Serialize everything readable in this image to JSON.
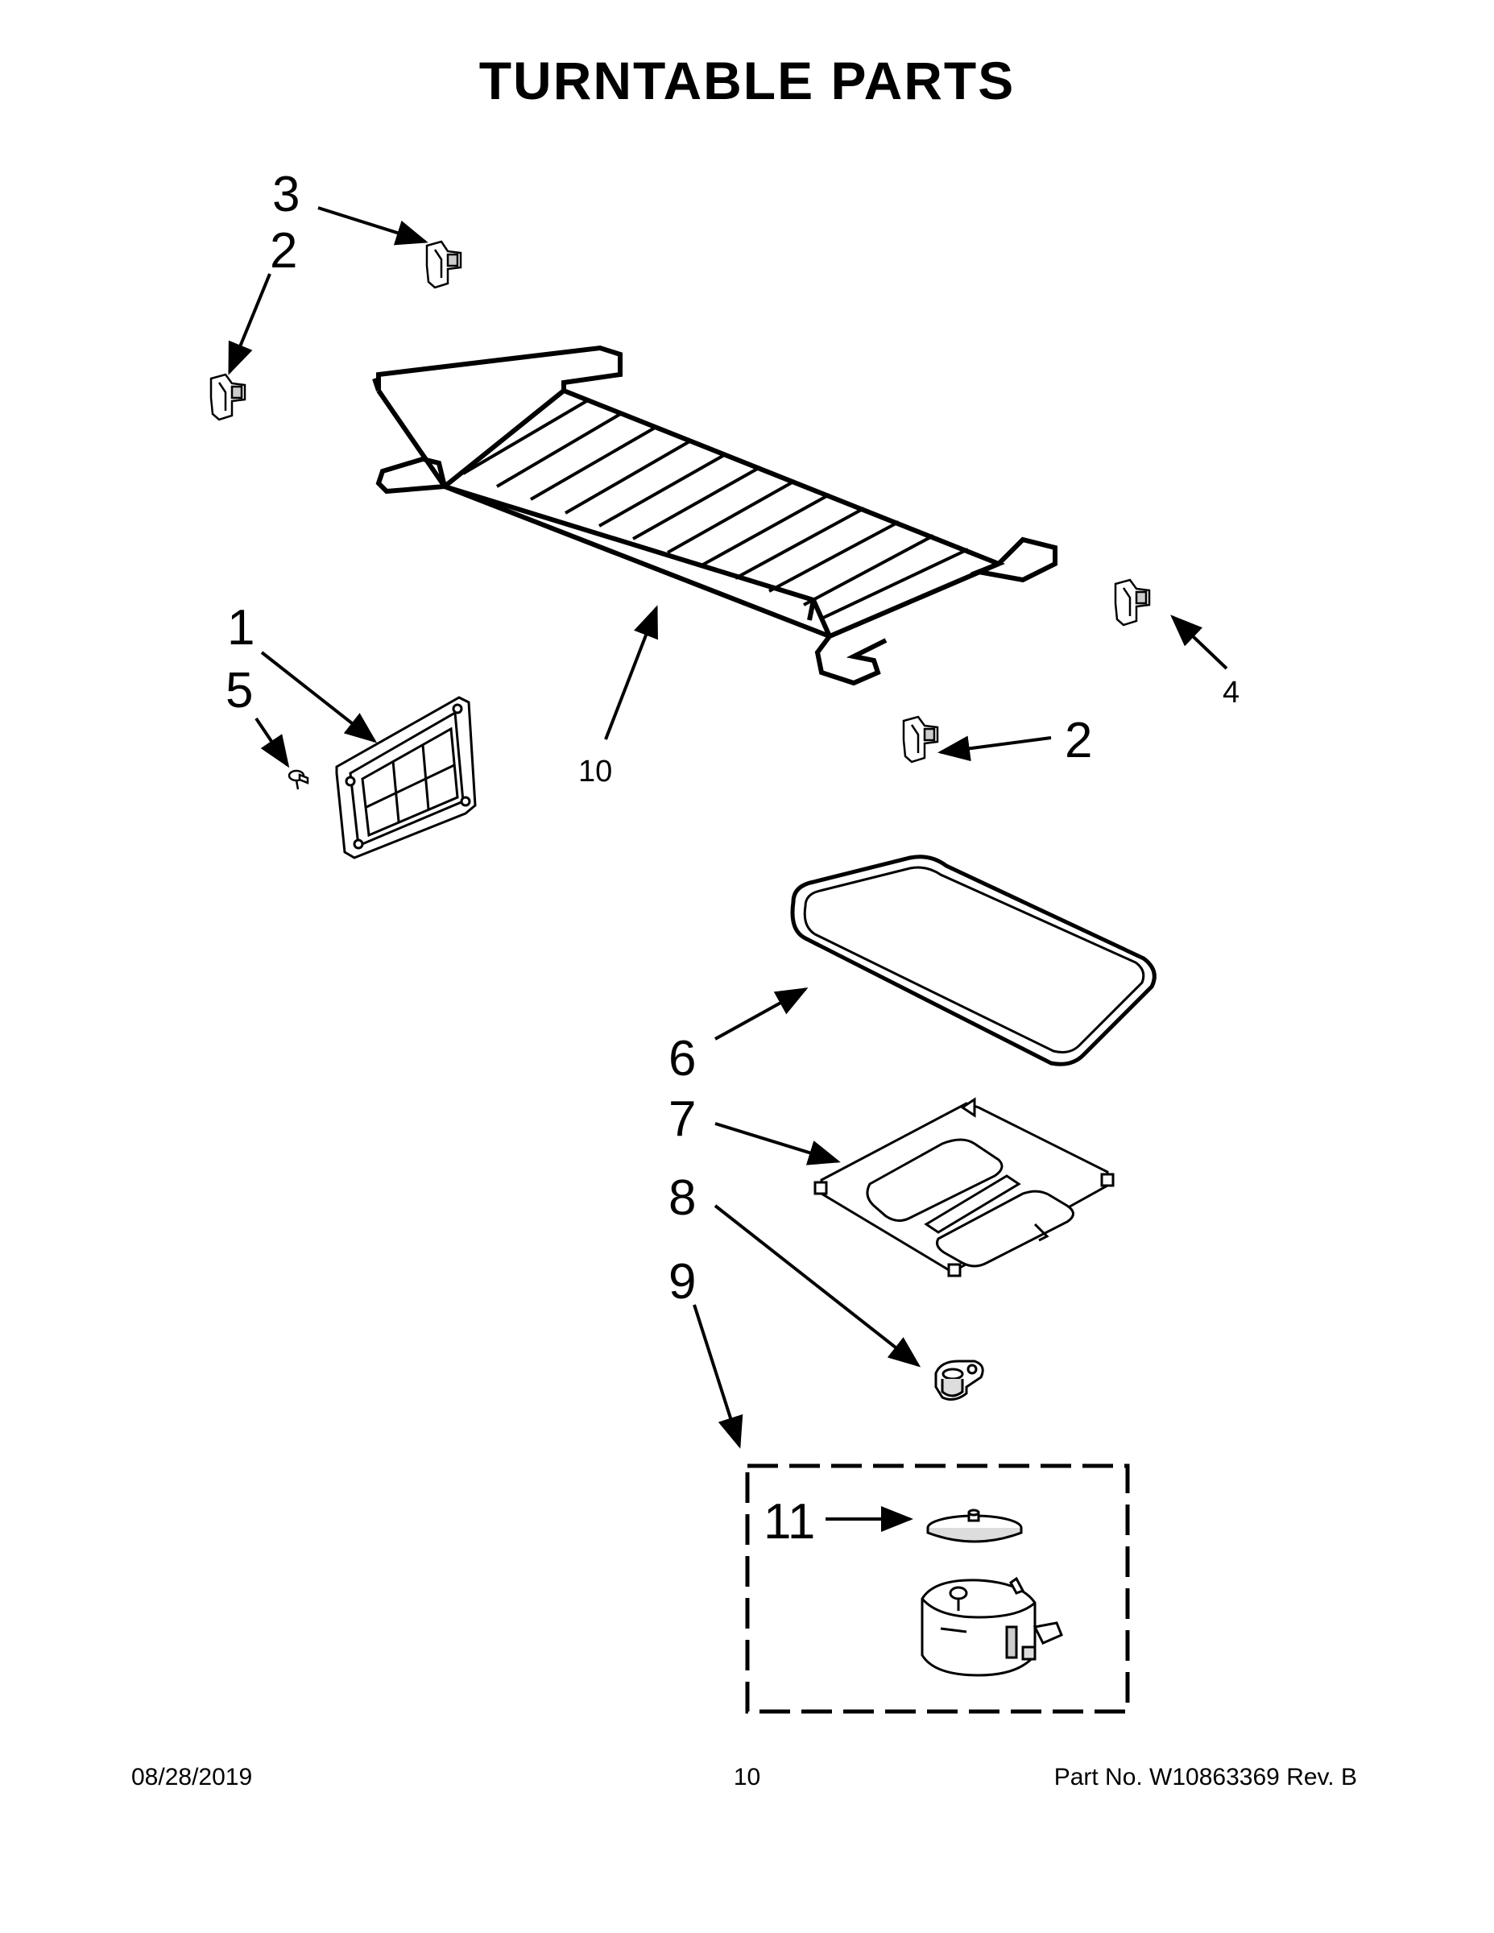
{
  "title": "TURNTABLE PARTS",
  "callouts": {
    "c3": "3",
    "c2a": "2",
    "c1": "1",
    "c5": "5",
    "c10": "10",
    "c4": "4",
    "c2b": "2",
    "c6": "6",
    "c7": "7",
    "c8": "8",
    "c9": "9",
    "c11": "11"
  },
  "footer": {
    "date": "08/28/2019",
    "page": "10",
    "part": "Part No.  W10863369  Rev.  B"
  }
}
